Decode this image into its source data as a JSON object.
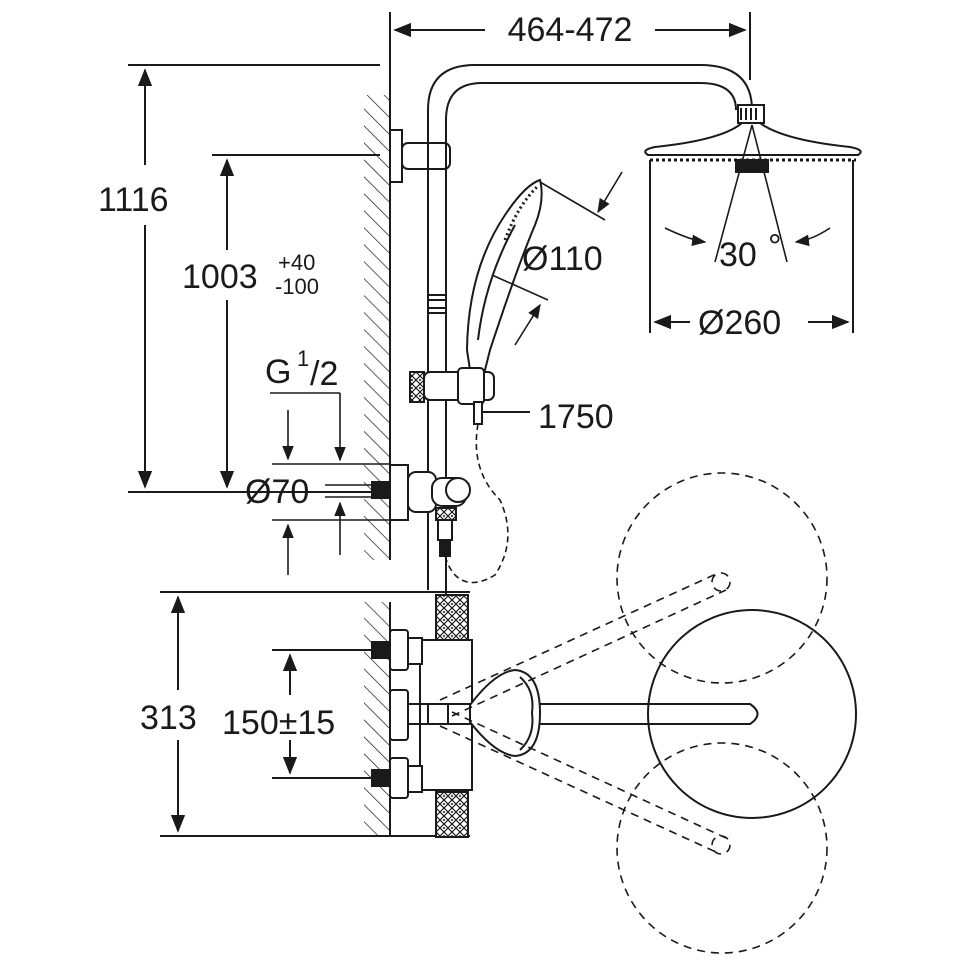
{
  "dimensions": {
    "arm_projection": "464-472",
    "total_height": "1116",
    "rail_height": "1003",
    "rail_height_tol_plus": "+40",
    "rail_height_tol_minus": "-100",
    "hand_shower_diameter": "Ø110",
    "head_angle": "30",
    "degree_symbol": "°",
    "head_diameter": "Ø260",
    "hose_length": "1750",
    "thread_G": "G",
    "thread_num": "1",
    "thread_den": "/2",
    "escutcheon_diameter": "Ø70",
    "mixer_height": "313",
    "center_distance": "150±15"
  },
  "colors": {
    "line": "#1a1a1a",
    "background": "#ffffff"
  }
}
